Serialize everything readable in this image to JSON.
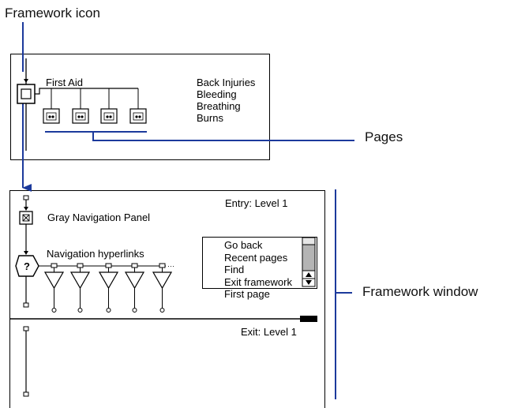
{
  "callouts": {
    "framework_icon": "Framework icon",
    "pages": "Pages",
    "framework_window": "Framework window"
  },
  "top_panel": {
    "title": "First Aid",
    "page_names": [
      "Back Injuries",
      "Bleeding",
      "Breathing",
      "Burns"
    ]
  },
  "window": {
    "entry_label": "Entry: Level 1",
    "exit_label": "Exit: Level 1",
    "nav_panel_label": "Gray Navigation Panel",
    "hyperlinks_label": "Navigation hyperlinks",
    "list_items": [
      "Go back",
      "Recent pages",
      "Find",
      "Exit framework",
      "First page"
    ]
  },
  "colors": {
    "callout_blue": "#1c3a9c",
    "scroll_gray": "#b4b4b4"
  }
}
